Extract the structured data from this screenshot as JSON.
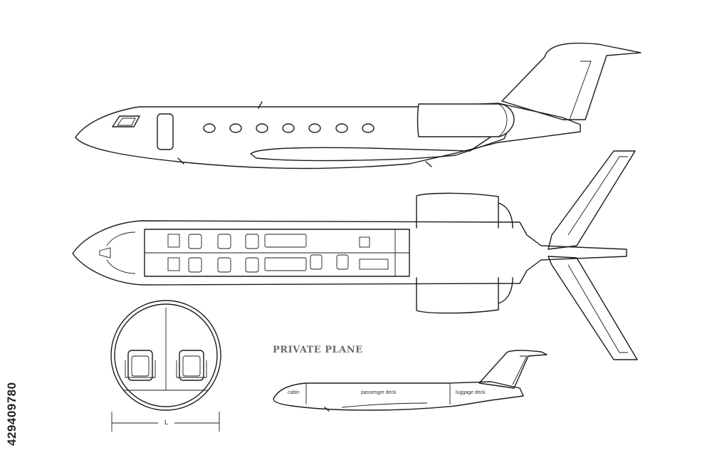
{
  "title": "PRIVATE PLANE",
  "stock_id": "429409780",
  "dimension_label": "L",
  "cutaway_labels": {
    "cabin": "cabin",
    "passenger_deck": "passenger deck",
    "luggage_deck": "luggage deck"
  },
  "colors": {
    "line": "#1b1b1b",
    "title": "#6b6b6b",
    "background": "#ffffff"
  }
}
